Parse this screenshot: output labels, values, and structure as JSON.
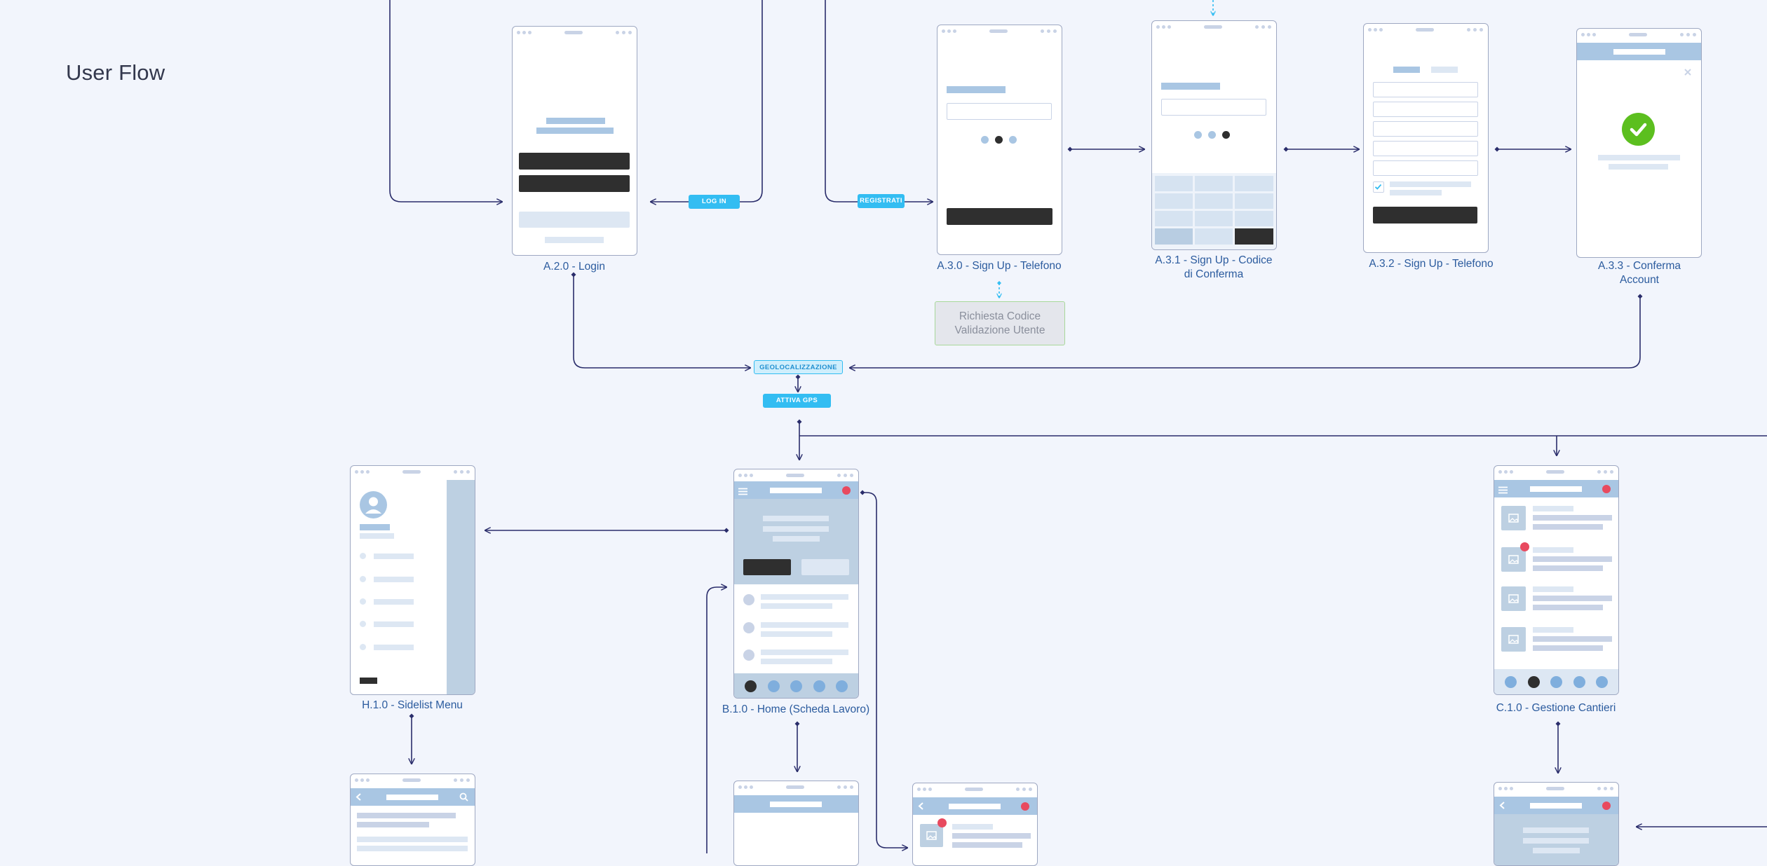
{
  "page": {
    "title": "User Flow"
  },
  "screens": {
    "login": {
      "label": "A.2.0 - Login"
    },
    "signup_phone": {
      "label": "A.3.0 - Sign Up - Telefono"
    },
    "signup_code": {
      "label_line1": "A.3.1 - Sign Up - Codice",
      "label_line2": "di Conferma"
    },
    "signup_phone_2": {
      "label": "A.3.2 - Sign Up - Telefono"
    },
    "confirm_account": {
      "label_line1": "A.3.3 - Conferma",
      "label_line2": "Account"
    },
    "sidelist_menu": {
      "label": "H.1.0 - Sidelist Menu"
    },
    "home": {
      "label": "B.1.0 - Home (Scheda Lavoro)"
    },
    "gestione_cantieri": {
      "label": "C.1.0 - Gestione Cantieri"
    }
  },
  "badges": {
    "login": "LOG IN",
    "register": "REGISTRATI",
    "geolocation": "GEOLOCALIZZAZIONE",
    "gps": "ATTIVA GPS"
  },
  "notes": {
    "validation_line1": "Richiesta Codice",
    "validation_line2": "Validazione Utente"
  },
  "colors": {
    "background": "#f2f5fc",
    "connector": "#2a2d6b",
    "accent": "#33bdf2",
    "placeholder": "#a9c6e3",
    "placeholder_light": "#dde7f3",
    "dark_button": "#2f2f2f",
    "success": "#5cbf1f",
    "notification": "#e84a5f",
    "label_text": "#2b5b9e"
  },
  "icons": {
    "success": "check-circle-icon",
    "close": "close-icon",
    "menu": "hamburger-icon",
    "back": "back-chevron-icon",
    "search": "search-icon",
    "avatar": "avatar-icon",
    "image": "image-placeholder-icon",
    "checkbox": "checkbox-icon"
  }
}
